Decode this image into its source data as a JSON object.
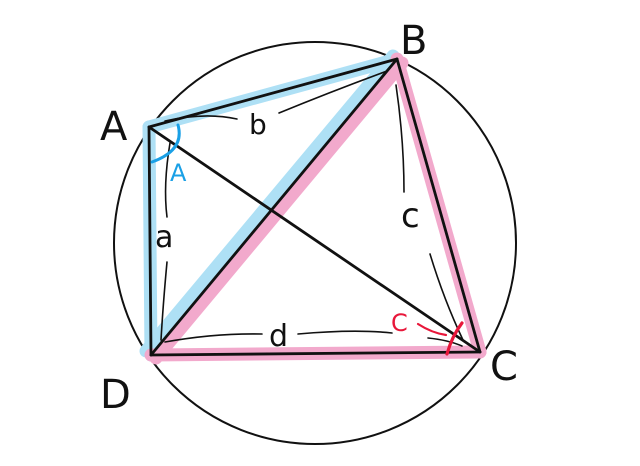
{
  "vertices": {
    "A": "A",
    "B": "B",
    "C": "C",
    "D": "D"
  },
  "sides": {
    "a": "a",
    "b": "b",
    "c": "c",
    "d": "d"
  },
  "angles": {
    "A": "A",
    "C": "C"
  },
  "colors": {
    "ink": "#111111",
    "blue_highlight": "#aee0f5",
    "pink_highlight": "#f2a9cc",
    "blue_label": "#1aa0e6",
    "red_label": "#e8173a"
  }
}
